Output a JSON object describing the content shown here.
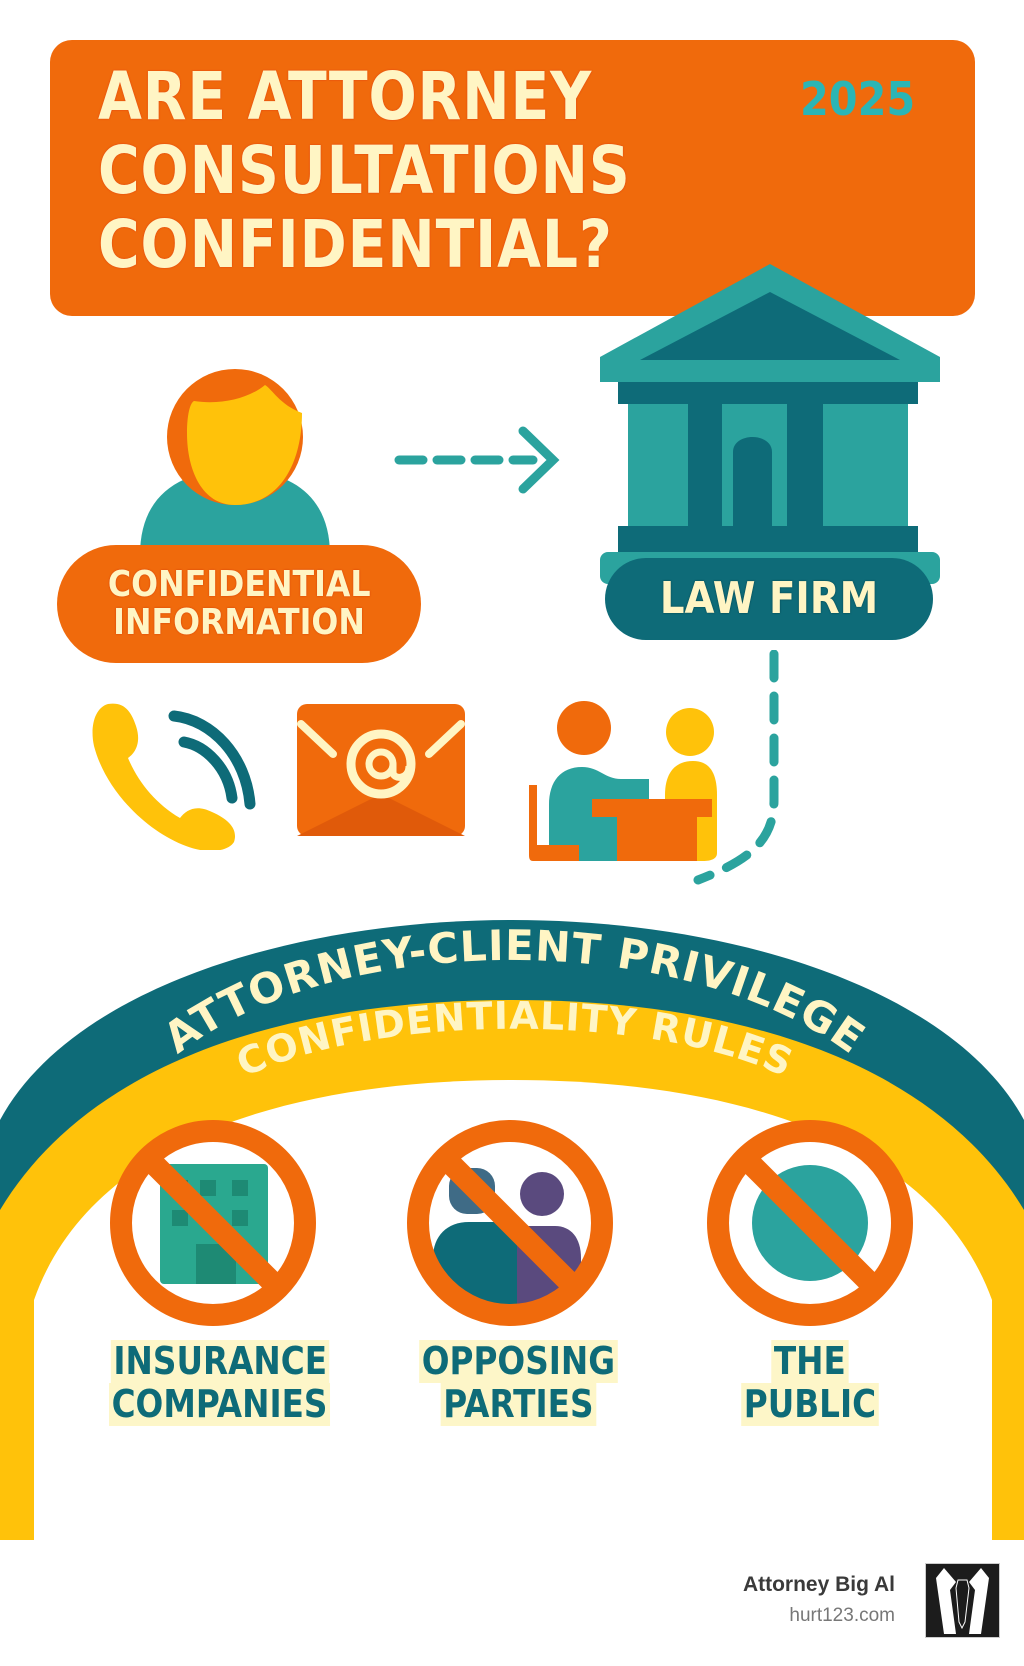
{
  "header": {
    "title_lines": [
      "ARE ATTORNEY",
      "CONSULTATIONS",
      "CONFIDENTIAL?"
    ],
    "year": "2025"
  },
  "flow": {
    "client_icon": "person-icon",
    "arrow_icon": "dashed-arrow-right-icon",
    "law_firm_icon": "courthouse-icon",
    "client_label_lines": [
      "CONFIDENTIAL",
      "INFORMATION"
    ],
    "law_firm_label": "LAW FIRM"
  },
  "channels": [
    {
      "name": "phone",
      "icon": "phone-ringing-icon"
    },
    {
      "name": "email",
      "icon": "email-at-icon"
    },
    {
      "name": "meeting",
      "icon": "meeting-at-desk-icon"
    }
  ],
  "protection": {
    "outer_arc_label": "ATTORNEY-CLIENT PRIVILEGE",
    "inner_arc_label": "CONFIDENTIALITY RULES"
  },
  "excluded_parties": [
    {
      "icon": "no-building-icon",
      "lines": [
        "INSURANCE",
        "COMPANIES"
      ]
    },
    {
      "icon": "no-people-icon",
      "lines": [
        "OPPOSING",
        "PARTIES"
      ]
    },
    {
      "icon": "no-public-icon",
      "lines": [
        "THE",
        "PUBLIC"
      ]
    }
  ],
  "footer": {
    "brand_name": "Attorney Big Al",
    "brand_url": "hurt123.com",
    "logo_icon": "suit-tie-icon"
  },
  "colors": {
    "orange": "#f06a0c",
    "teal": "#2ba39e",
    "dark_teal": "#0e6b78",
    "yellow": "#ffc20a",
    "cream": "#fff5c4",
    "purple": "#5a4a7e"
  }
}
